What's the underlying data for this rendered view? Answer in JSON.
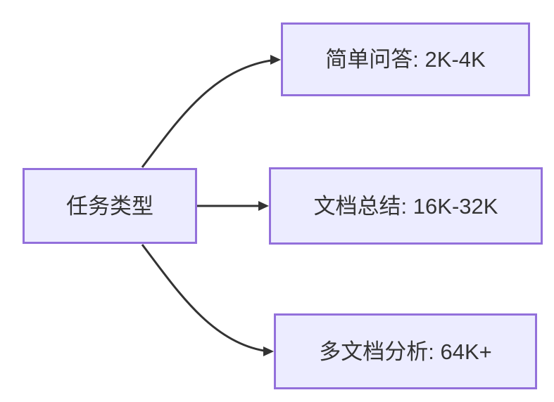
{
  "diagram": {
    "type": "flowchart",
    "direction": "left-to-right",
    "source_node": {
      "label": "任务类型"
    },
    "target_nodes": [
      {
        "label": "简单问答: 2K-4K"
      },
      {
        "label": "文档总结: 16K-32K"
      },
      {
        "label": "多文档分析: 64K+"
      }
    ],
    "edges": [
      {
        "from": "任务类型",
        "to": "简单问答: 2K-4K",
        "style": "curved-up"
      },
      {
        "from": "任务类型",
        "to": "文档总结: 16K-32K",
        "style": "straight"
      },
      {
        "from": "任务类型",
        "to": "多文档分析: 64K+",
        "style": "curved-down"
      }
    ]
  },
  "colors": {
    "background": "#FFFFFF",
    "node_fill": "#ECECFF",
    "node_border": "#9370DB",
    "node_text": "#333333",
    "edge": "#333333"
  }
}
